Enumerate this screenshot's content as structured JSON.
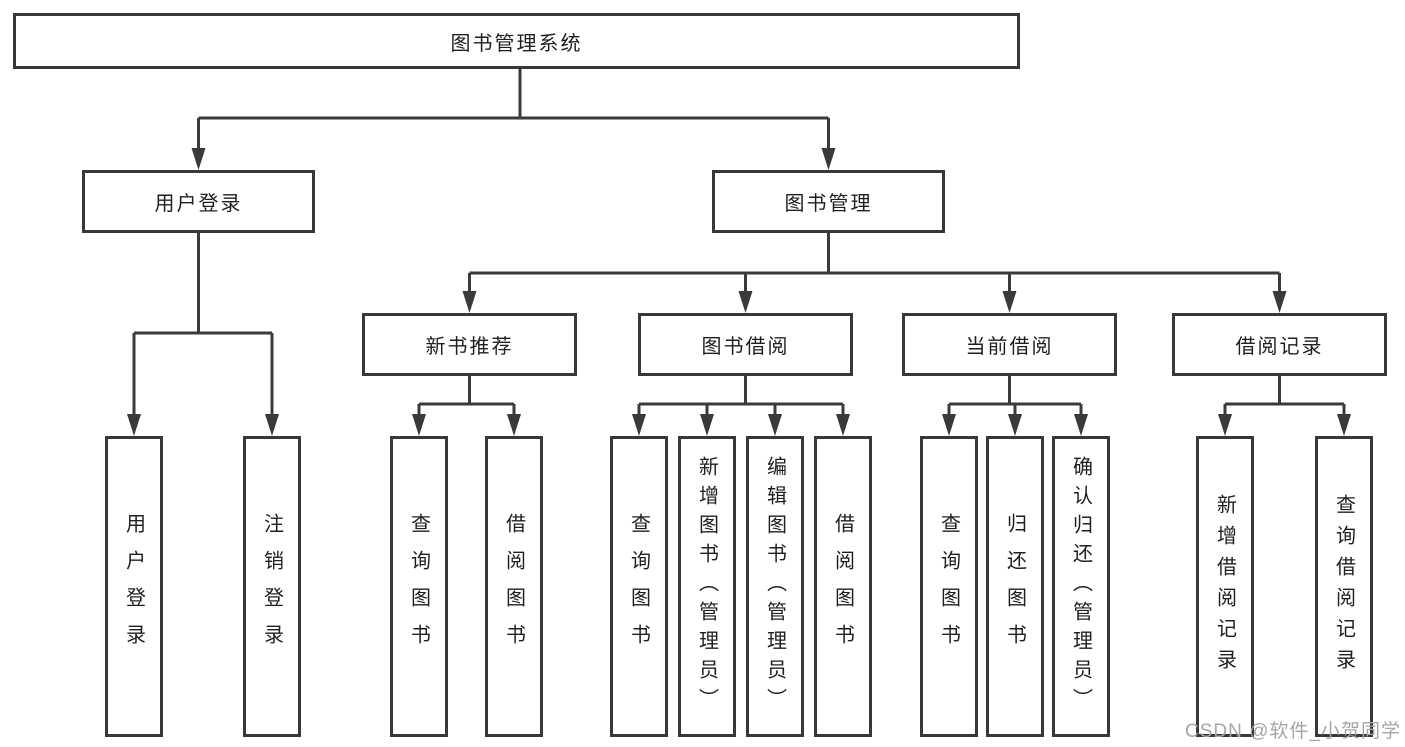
{
  "diagram": {
    "title": "图书管理系统",
    "root": {
      "label": "图书管理系统"
    },
    "level2": [
      {
        "label": "用户登录"
      },
      {
        "label": "图书管理"
      }
    ],
    "level3": [
      {
        "label": "新书推荐"
      },
      {
        "label": "图书借阅"
      },
      {
        "label": "当前借阅"
      },
      {
        "label": "借阅记录"
      }
    ],
    "leaves": [
      {
        "label": "用户登录",
        "parent": "用户登录"
      },
      {
        "label": "注销登录",
        "parent": "用户登录"
      },
      {
        "label": "查询图书",
        "parent": "新书推荐"
      },
      {
        "label": "借阅图书",
        "parent": "新书推荐"
      },
      {
        "label": "查询图书",
        "parent": "图书借阅"
      },
      {
        "label": "新增图书（管理员）",
        "parent": "图书借阅"
      },
      {
        "label": "编辑图书（管理员）",
        "parent": "图书借阅"
      },
      {
        "label": "借阅图书",
        "parent": "图书借阅"
      },
      {
        "label": "查询图书",
        "parent": "当前借阅"
      },
      {
        "label": "归还图书",
        "parent": "当前借阅"
      },
      {
        "label": "确认归还（管理员）",
        "parent": "当前借阅"
      },
      {
        "label": "新增借阅记录",
        "parent": "借阅记录"
      },
      {
        "label": "查询借阅记录",
        "parent": "借阅记录"
      }
    ]
  },
  "watermark": {
    "label": "CSDN @软件_小贺同学"
  },
  "colors": {
    "line": "#3a3a3a",
    "box_border": "#383838",
    "text": "#1f1f1f",
    "watermark": "#a6a6a6",
    "background": "#ffffff"
  }
}
